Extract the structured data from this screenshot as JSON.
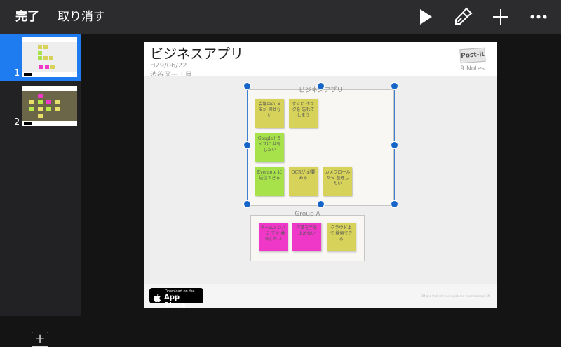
{
  "toolbar": {
    "done_label": "完了",
    "undo_label": "取り消す",
    "icons": [
      "play-icon",
      "paintbrush-icon",
      "plus-icon",
      "more-icon"
    ]
  },
  "sidebar": {
    "slides": [
      {
        "number": "1",
        "selected": true
      },
      {
        "number": "2",
        "selected": false
      }
    ],
    "add_icon": "plus-square-icon"
  },
  "slide": {
    "title": "ビジネスアプリ",
    "date": "H29/06/22",
    "place": "渋谷区一丁目",
    "logo_text": "Post-it",
    "notes_count": "9 Notes",
    "footer": {
      "appstore_small": "Download on the",
      "appstore_big": "App Store",
      "trademark": "3M and Post-it® are registered trademarks of 3M"
    }
  },
  "groups": [
    {
      "label": "ビジネスアプリ",
      "notes": [
        {
          "text": "会議中の メモが 探せない",
          "color": "#d7d35a"
        },
        {
          "text": "すぐに タスクを 忘れてしまう",
          "color": "#d7d35a"
        },
        {
          "text": "Googleドライブに 共有したい",
          "color": "#a8e24a"
        },
        {
          "text": "Evernote に 送信できる",
          "color": "#a8e24a"
        },
        {
          "text": "OCRが 必要ある",
          "color": "#d7d35a"
        },
        {
          "text": "カメラロール から 整理したい",
          "color": "#d7d35a"
        }
      ]
    },
    {
      "label": "Group A",
      "notes": [
        {
          "text": "チームメンバーに すぐ 共有したい",
          "color": "#f038c8"
        },
        {
          "text": "作業を手を 止めない",
          "color": "#f038c8"
        },
        {
          "text": "クラウド上 で 検索できる",
          "color": "#d7d35a"
        }
      ]
    }
  ],
  "colors": {
    "accent": "#1f7cf0",
    "yellow_note": "#d7d35a",
    "green_note": "#a8e24a",
    "pink_note": "#f038c8",
    "selection": "#1565c9"
  }
}
